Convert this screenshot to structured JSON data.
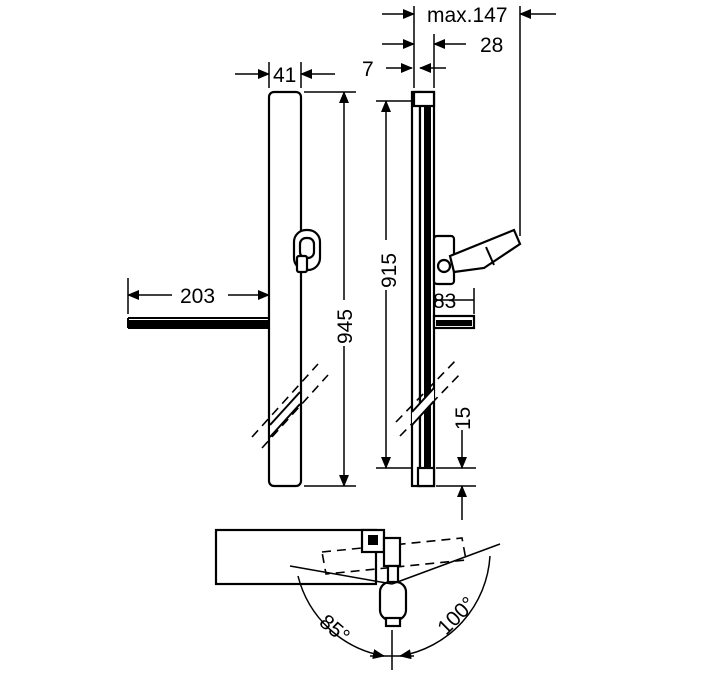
{
  "dimensions": {
    "max_depth": "max.147",
    "depth": "28",
    "wall_gap": "7",
    "rail_width": "41",
    "shelf_length": "203",
    "rail_height": "945",
    "slider_range": "915",
    "shelf_height": "83",
    "bottom_offset": "15",
    "angle_left": "85°",
    "angle_right": "100°"
  }
}
